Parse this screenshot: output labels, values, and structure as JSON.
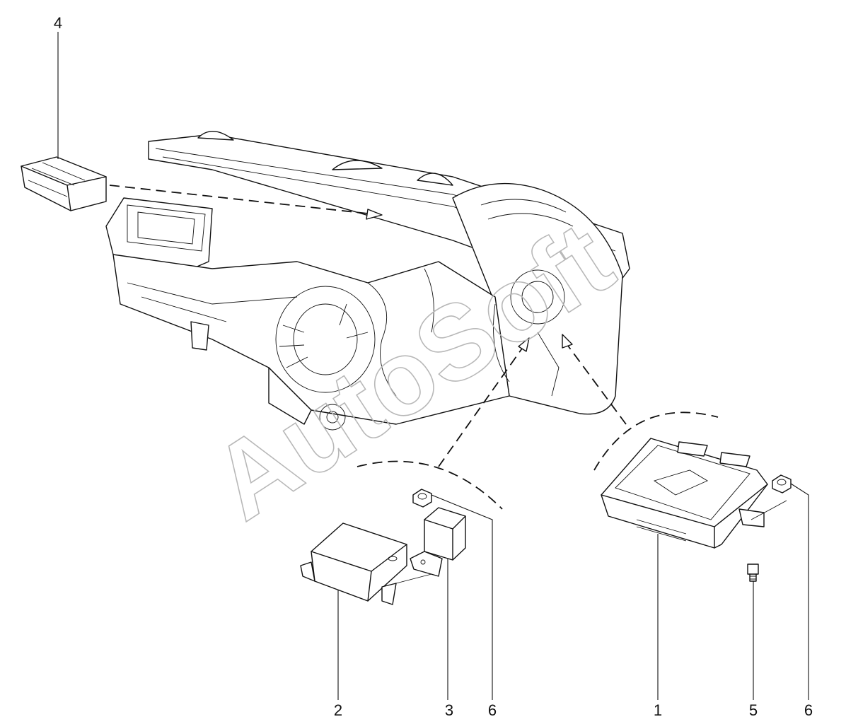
{
  "watermark": "AutoSoft",
  "callouts": {
    "c1": "1",
    "c2": "2",
    "c3": "3",
    "c4": "4",
    "c5": "5",
    "c6a": "6",
    "c6b": "6"
  },
  "colors": {
    "line": "#111111",
    "watermark": "#b8b8b8",
    "background": "#ffffff"
  }
}
